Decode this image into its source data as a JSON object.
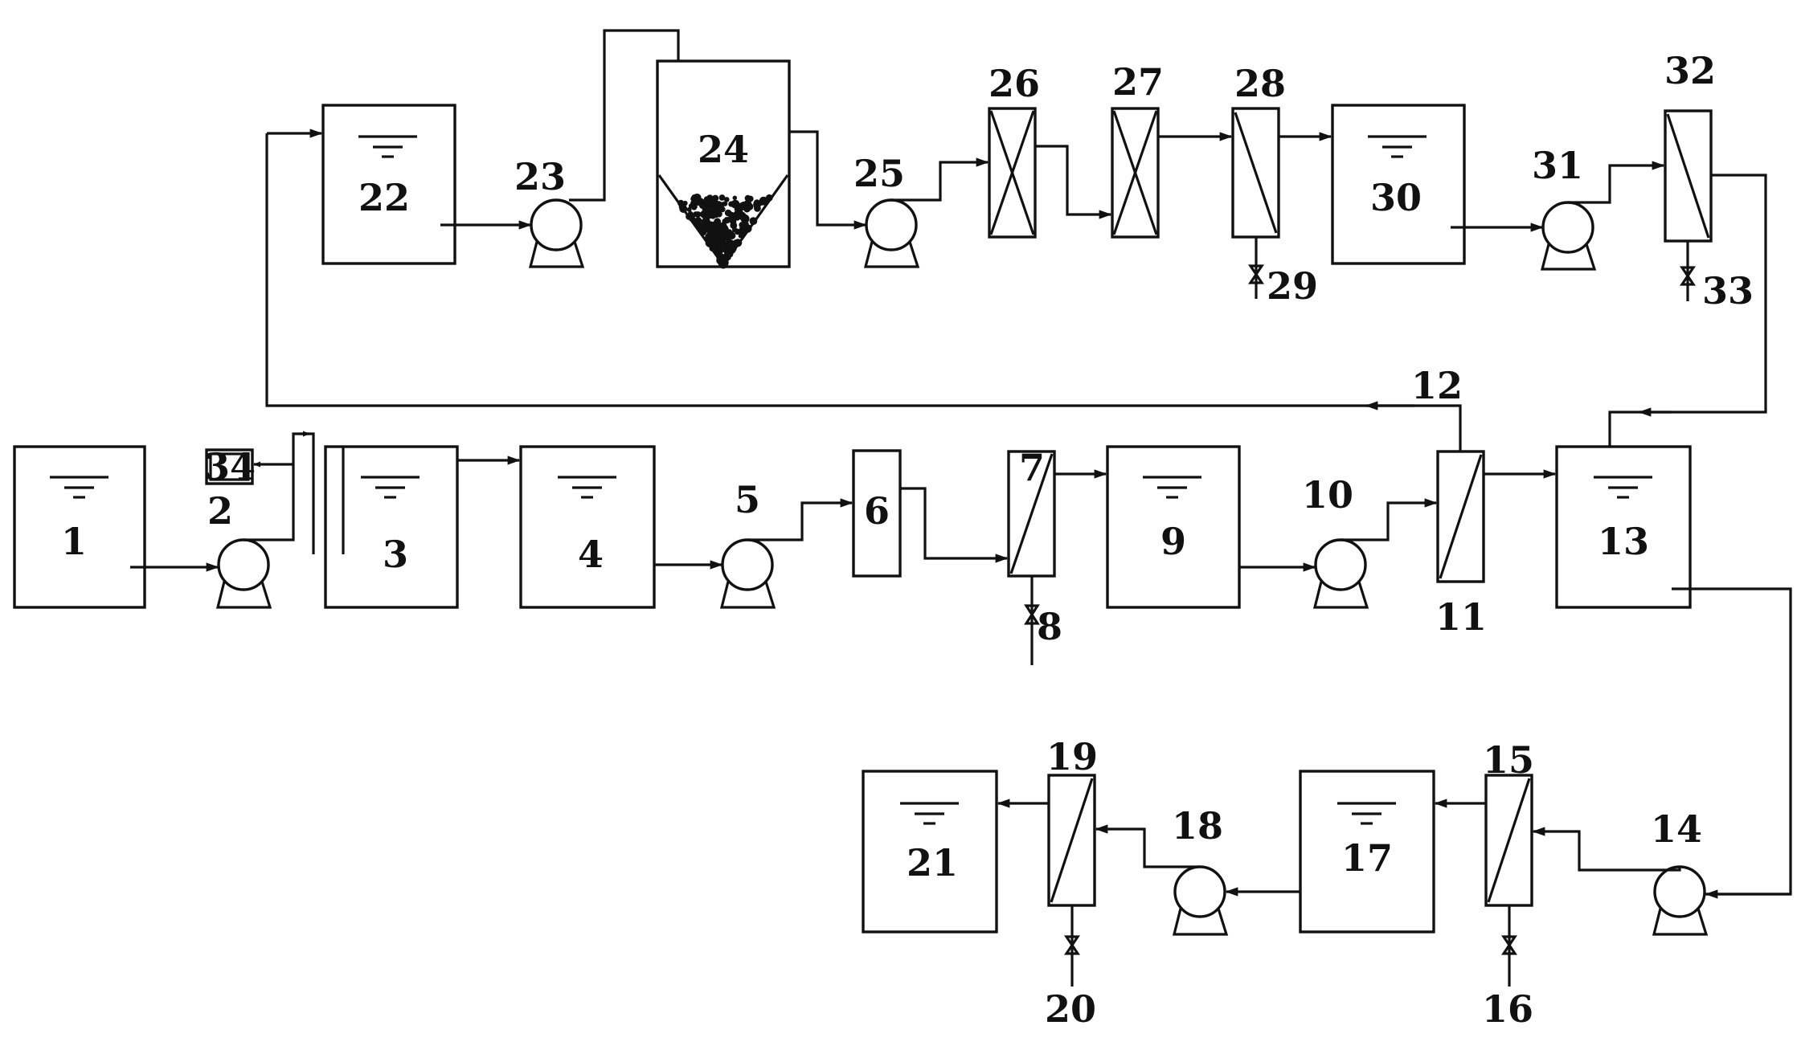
{
  "labels": {
    "l1": "1",
    "l2": "2",
    "l3": "3",
    "l4": "4",
    "l5": "5",
    "l6": "6",
    "l7": "7",
    "l8": "8",
    "l9": "9",
    "l10": "10",
    "l11": "11",
    "l12": "12",
    "l13": "13",
    "l14": "14",
    "l15": "15",
    "l16": "16",
    "l17": "17",
    "l18": "18",
    "l19": "19",
    "l20": "20",
    "l21": "21",
    "l22": "22",
    "l23": "23",
    "l24": "24",
    "l25": "25",
    "l26": "26",
    "l27": "27",
    "l28": "28",
    "l29": "29",
    "l30": "30",
    "l31": "31",
    "l32": "32",
    "l33": "33",
    "l34": "34"
  }
}
